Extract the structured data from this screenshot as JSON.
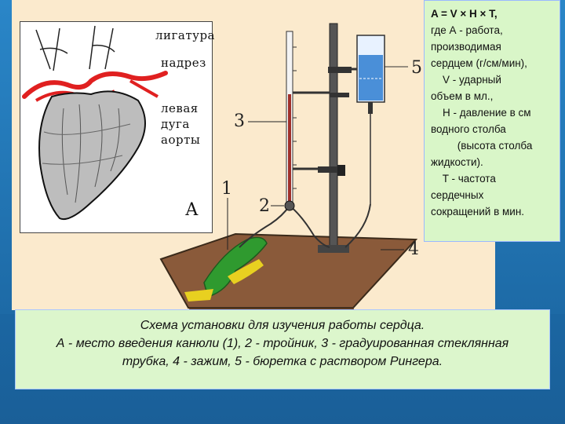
{
  "heart_figure": {
    "labels": {
      "ligature": "лигатура",
      "incision": "надрез",
      "left_aortic_arch_1": "левая",
      "left_aortic_arch_2": "дуга",
      "left_aortic_arch_3": "аорты"
    },
    "letter": "А"
  },
  "apparatus": {
    "numbers": [
      "1",
      "2",
      "3",
      "4",
      "5"
    ]
  },
  "formula": {
    "lines": [
      "A = V × H × T,",
      "где А - работа,",
      "производимая",
      "сердцем (г/см/мин),",
      "    V - ударный",
      "объем в мл.,",
      "    H - давление в см",
      "водного столба",
      "         (высота столба",
      "жидкости).",
      "    T - частота",
      "сердечных",
      "сокращений в мин."
    ]
  },
  "caption": {
    "line1": "Схема установки для изучения работы сердца.",
    "line2": "А - место введения канюли (1), 2 - тройник, 3 - градуированная стеклянная",
    "line3": "трубка, 4 - зажим, 5 - бюретка с раствором Рингера."
  },
  "colors": {
    "background": "#1e6fae",
    "panel": "#fbeacd",
    "text_box": "#dcf6cc",
    "vessel_red": "#e02020"
  }
}
